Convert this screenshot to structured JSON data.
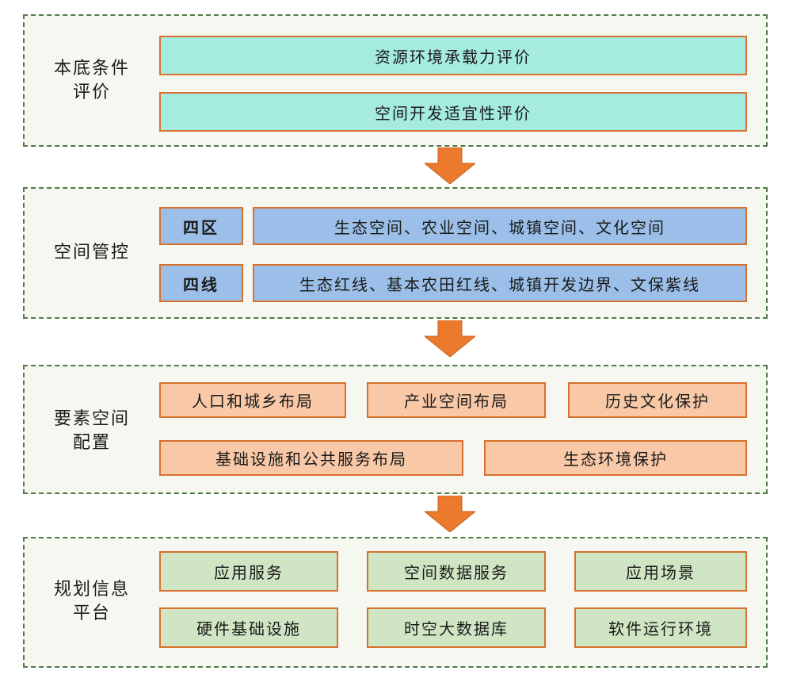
{
  "sections": [
    {
      "label_lines": [
        "本底条件",
        "评价"
      ],
      "items": [
        "资源环境承载力评价",
        "空间开发适宜性评价"
      ]
    },
    {
      "label_lines": [
        "空间管控"
      ],
      "rows": [
        {
          "tag": "四区",
          "text": "生态空间、农业空间、城镇空间、文化空间"
        },
        {
          "tag": "四线",
          "text": "生态红线、基本农田红线、城镇开发边界、文保紫线"
        }
      ]
    },
    {
      "label_lines": [
        "要素空间",
        "配置"
      ],
      "row1": [
        "人口和城乡布局",
        "产业空间布局",
        "历史文化保护"
      ],
      "row2": [
        "基础设施和公共服务布局",
        "生态环境保护"
      ]
    },
    {
      "label_lines": [
        "规划信息",
        "平台"
      ],
      "row1": [
        "应用服务",
        "空间数据服务",
        "应用场景"
      ],
      "row2": [
        "硬件基础设施",
        "时空大数据库",
        "软件运行环境"
      ]
    }
  ],
  "colors": {
    "section_border": "#4e7a45",
    "box_border": "#d9712e",
    "cyan": "#a5ebdf",
    "blue": "#9bbfe8",
    "salmon": "#f8c8a7",
    "green": "#cfe5c3",
    "arrow": "#ec7a2c"
  },
  "icons": {
    "flow_arrow": "down-arrow-icon"
  }
}
